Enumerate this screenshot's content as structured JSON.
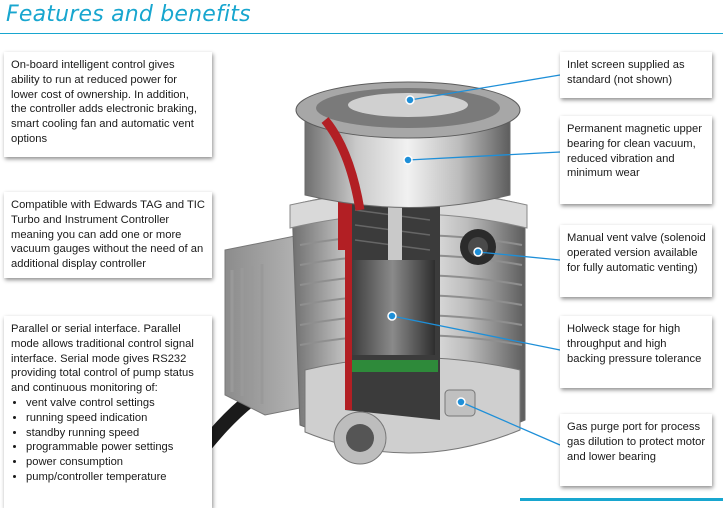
{
  "title": "Features and benefits",
  "left_callouts": [
    {
      "text": "On-board intelligent control gives ability to run at reduced power for lower cost of ownership. In addition, the controller adds electronic braking, smart cooling fan and automatic vent options"
    },
    {
      "text": "Compatible with Edwards TAG and TIC Turbo and Instrument Controller meaning you can add one or more vacuum gauges without the need of an additional display controller"
    },
    {
      "text": "Parallel or serial interface. Parallel mode allows traditional control signal interface. Serial mode gives RS232 providing total control of pump status and continuous monitoring of:",
      "bullets": [
        "vent valve control settings",
        "running speed indication",
        "standby running speed",
        "programmable power settings",
        "power consumption",
        "pump/controller temperature"
      ]
    }
  ],
  "right_callouts": [
    {
      "text": "Inlet screen supplied as standard (not shown)"
    },
    {
      "text": "Permanent magnetic upper bearing for clean vacuum, reduced vibration and minimum wear"
    },
    {
      "text": "Manual vent valve (solenoid operated version available for fully automatic venting)"
    },
    {
      "text": "Holweck stage for high throughput and high backing pressure tolerance"
    },
    {
      "text": "Gas purge port for process gas dilution to protect motor and lower bearing"
    }
  ],
  "colors": {
    "accent": "#18a6cf",
    "leader_line": "#1e8fd8"
  }
}
